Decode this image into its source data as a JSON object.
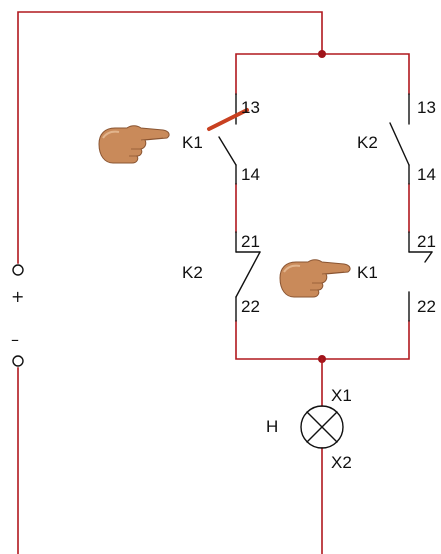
{
  "supply": {
    "plus": "+",
    "minus": "–"
  },
  "relay_k1": {
    "label_left": "K1",
    "no_contact": {
      "terminal_top": "13",
      "terminal_bottom": "14"
    },
    "label_right": "K1",
    "nc_contact": {
      "terminal_top": "21",
      "terminal_bottom": "22"
    }
  },
  "relay_k2": {
    "label_right": "K2",
    "no_contact": {
      "terminal_top": "13",
      "terminal_bottom": "14"
    },
    "label_left": "K2",
    "nc_contact": {
      "terminal_top": "21",
      "terminal_bottom": "22"
    }
  },
  "lamp": {
    "label": "H",
    "terminal_top": "X1",
    "terminal_bottom": "X2"
  },
  "colors": {
    "wire": "#b0181e",
    "actuated_contact": "#c84020",
    "node": "#a0141a",
    "symbol": "#111111"
  },
  "icons": {
    "pointer_1": "pointing-hand-icon",
    "pointer_2": "pointing-hand-icon"
  }
}
